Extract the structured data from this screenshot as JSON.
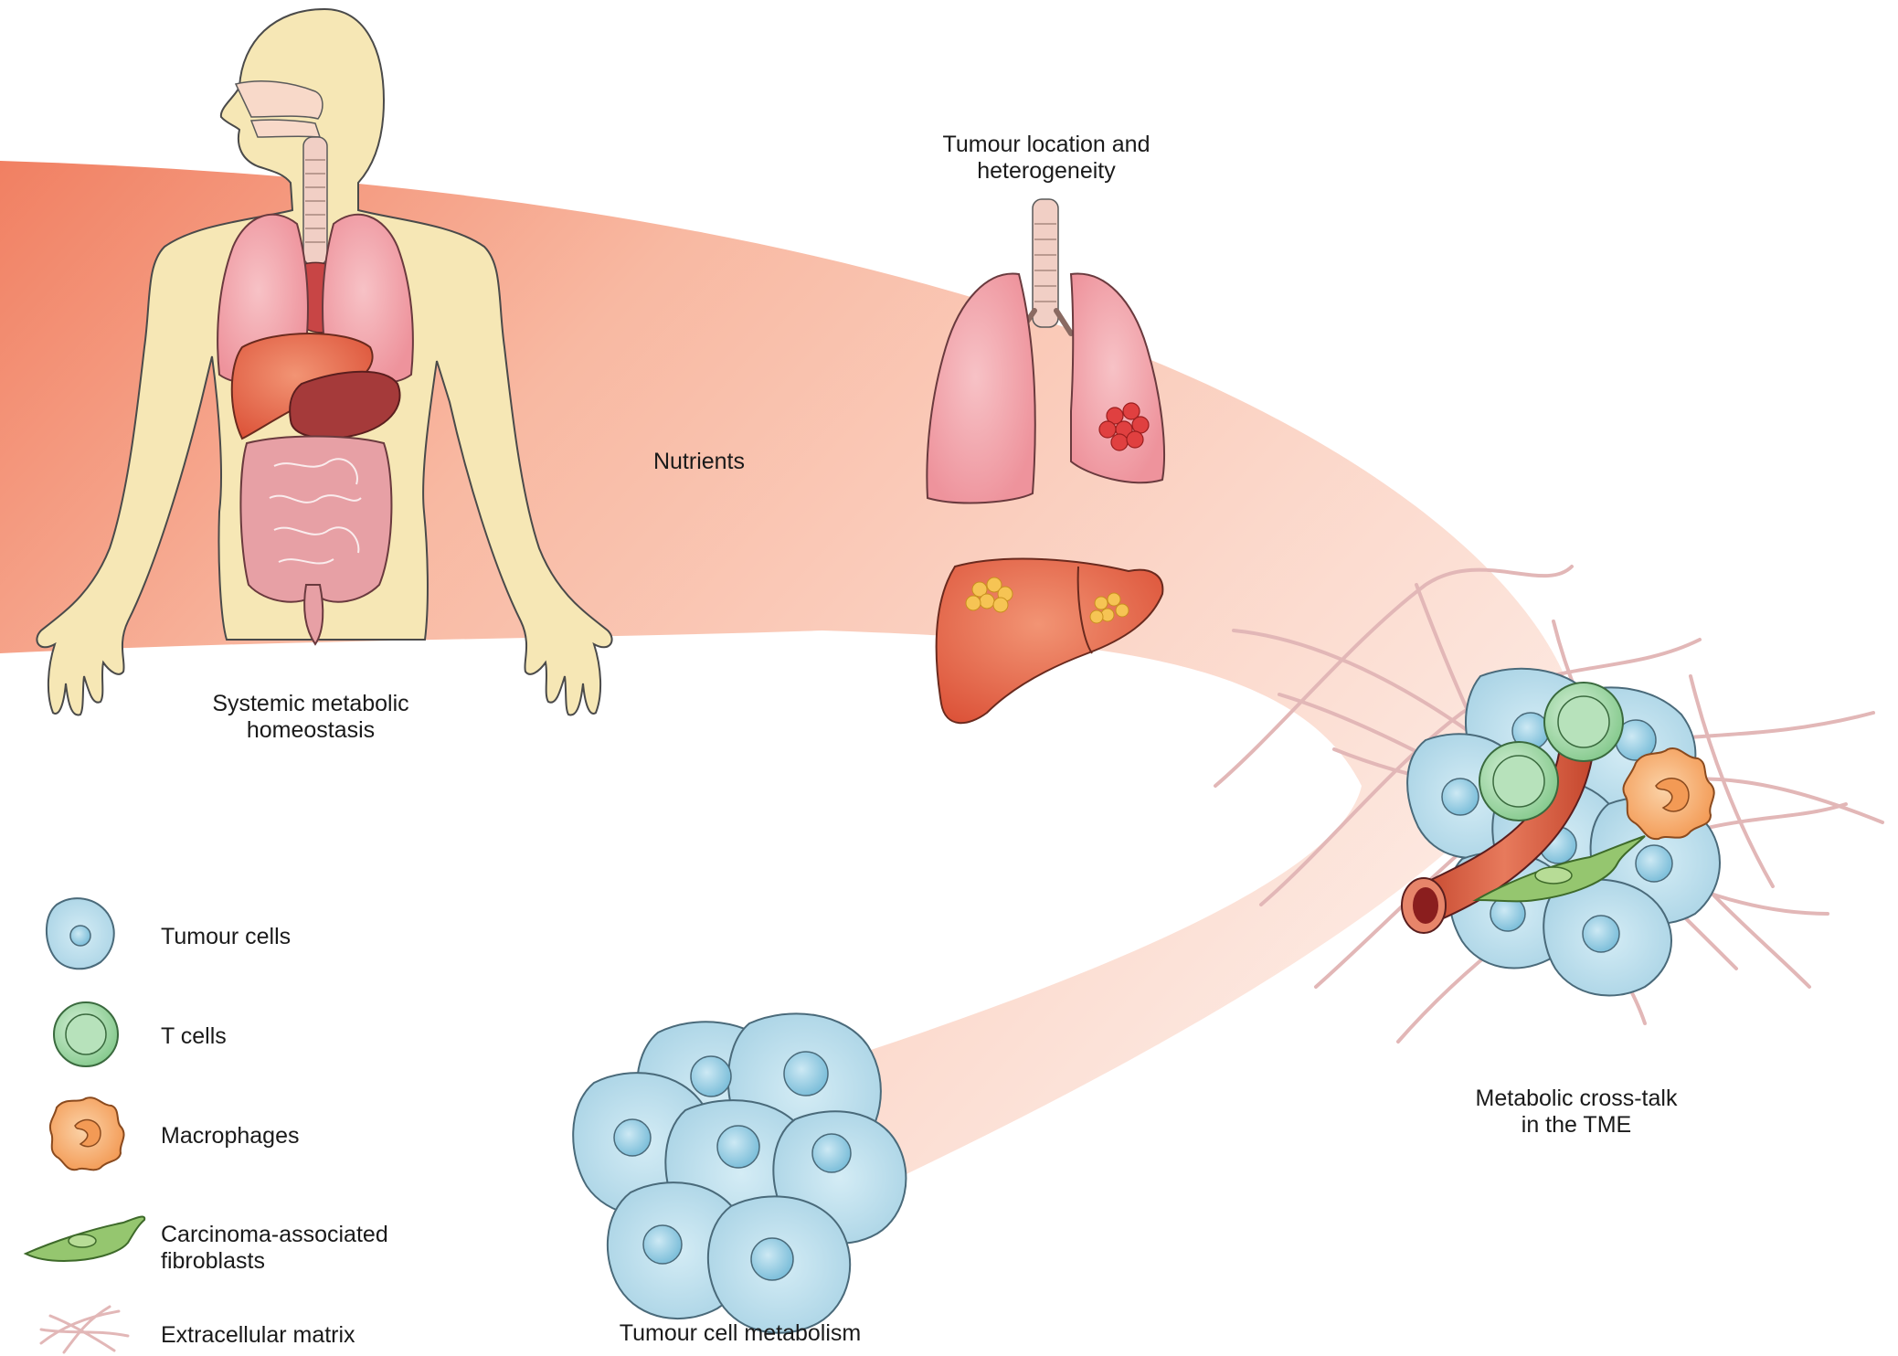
{
  "labels": {
    "systemic": [
      "Systemic metabolic",
      "homeostasis"
    ],
    "tumour_location": [
      "Tumour location and",
      "heterogeneity"
    ],
    "nutrients": "Nutrients",
    "crosstalk": [
      "Metabolic cross-talk",
      "in the TME"
    ],
    "tumour_metabolism": "Tumour cell metabolism"
  },
  "legend": [
    {
      "icon": "tumour-cell-icon",
      "lines": [
        "Tumour cells"
      ]
    },
    {
      "icon": "t-cell-icon",
      "lines": [
        "T cells"
      ]
    },
    {
      "icon": "macrophage-icon",
      "lines": [
        "Macrophages"
      ]
    },
    {
      "icon": "fibroblast-icon",
      "lines": [
        "Carcinoma-associated",
        "fibroblasts"
      ]
    },
    {
      "icon": "extracellular-matrix-icon",
      "lines": [
        "Extracellular matrix"
      ]
    }
  ],
  "colors": {
    "band_start": "#f0795a",
    "band_end": "#fbe3da",
    "body": "#f6e7b5",
    "lung": "#f2a6ad",
    "liver": "#e8684f",
    "tumour_cell": "#b9dcea",
    "t_cell": "#9fd6a5",
    "macrophage": "#f6b77c",
    "fibroblast": "#95c66f",
    "ecm": "#e2b7b7",
    "vessel": "#d65a3e"
  }
}
